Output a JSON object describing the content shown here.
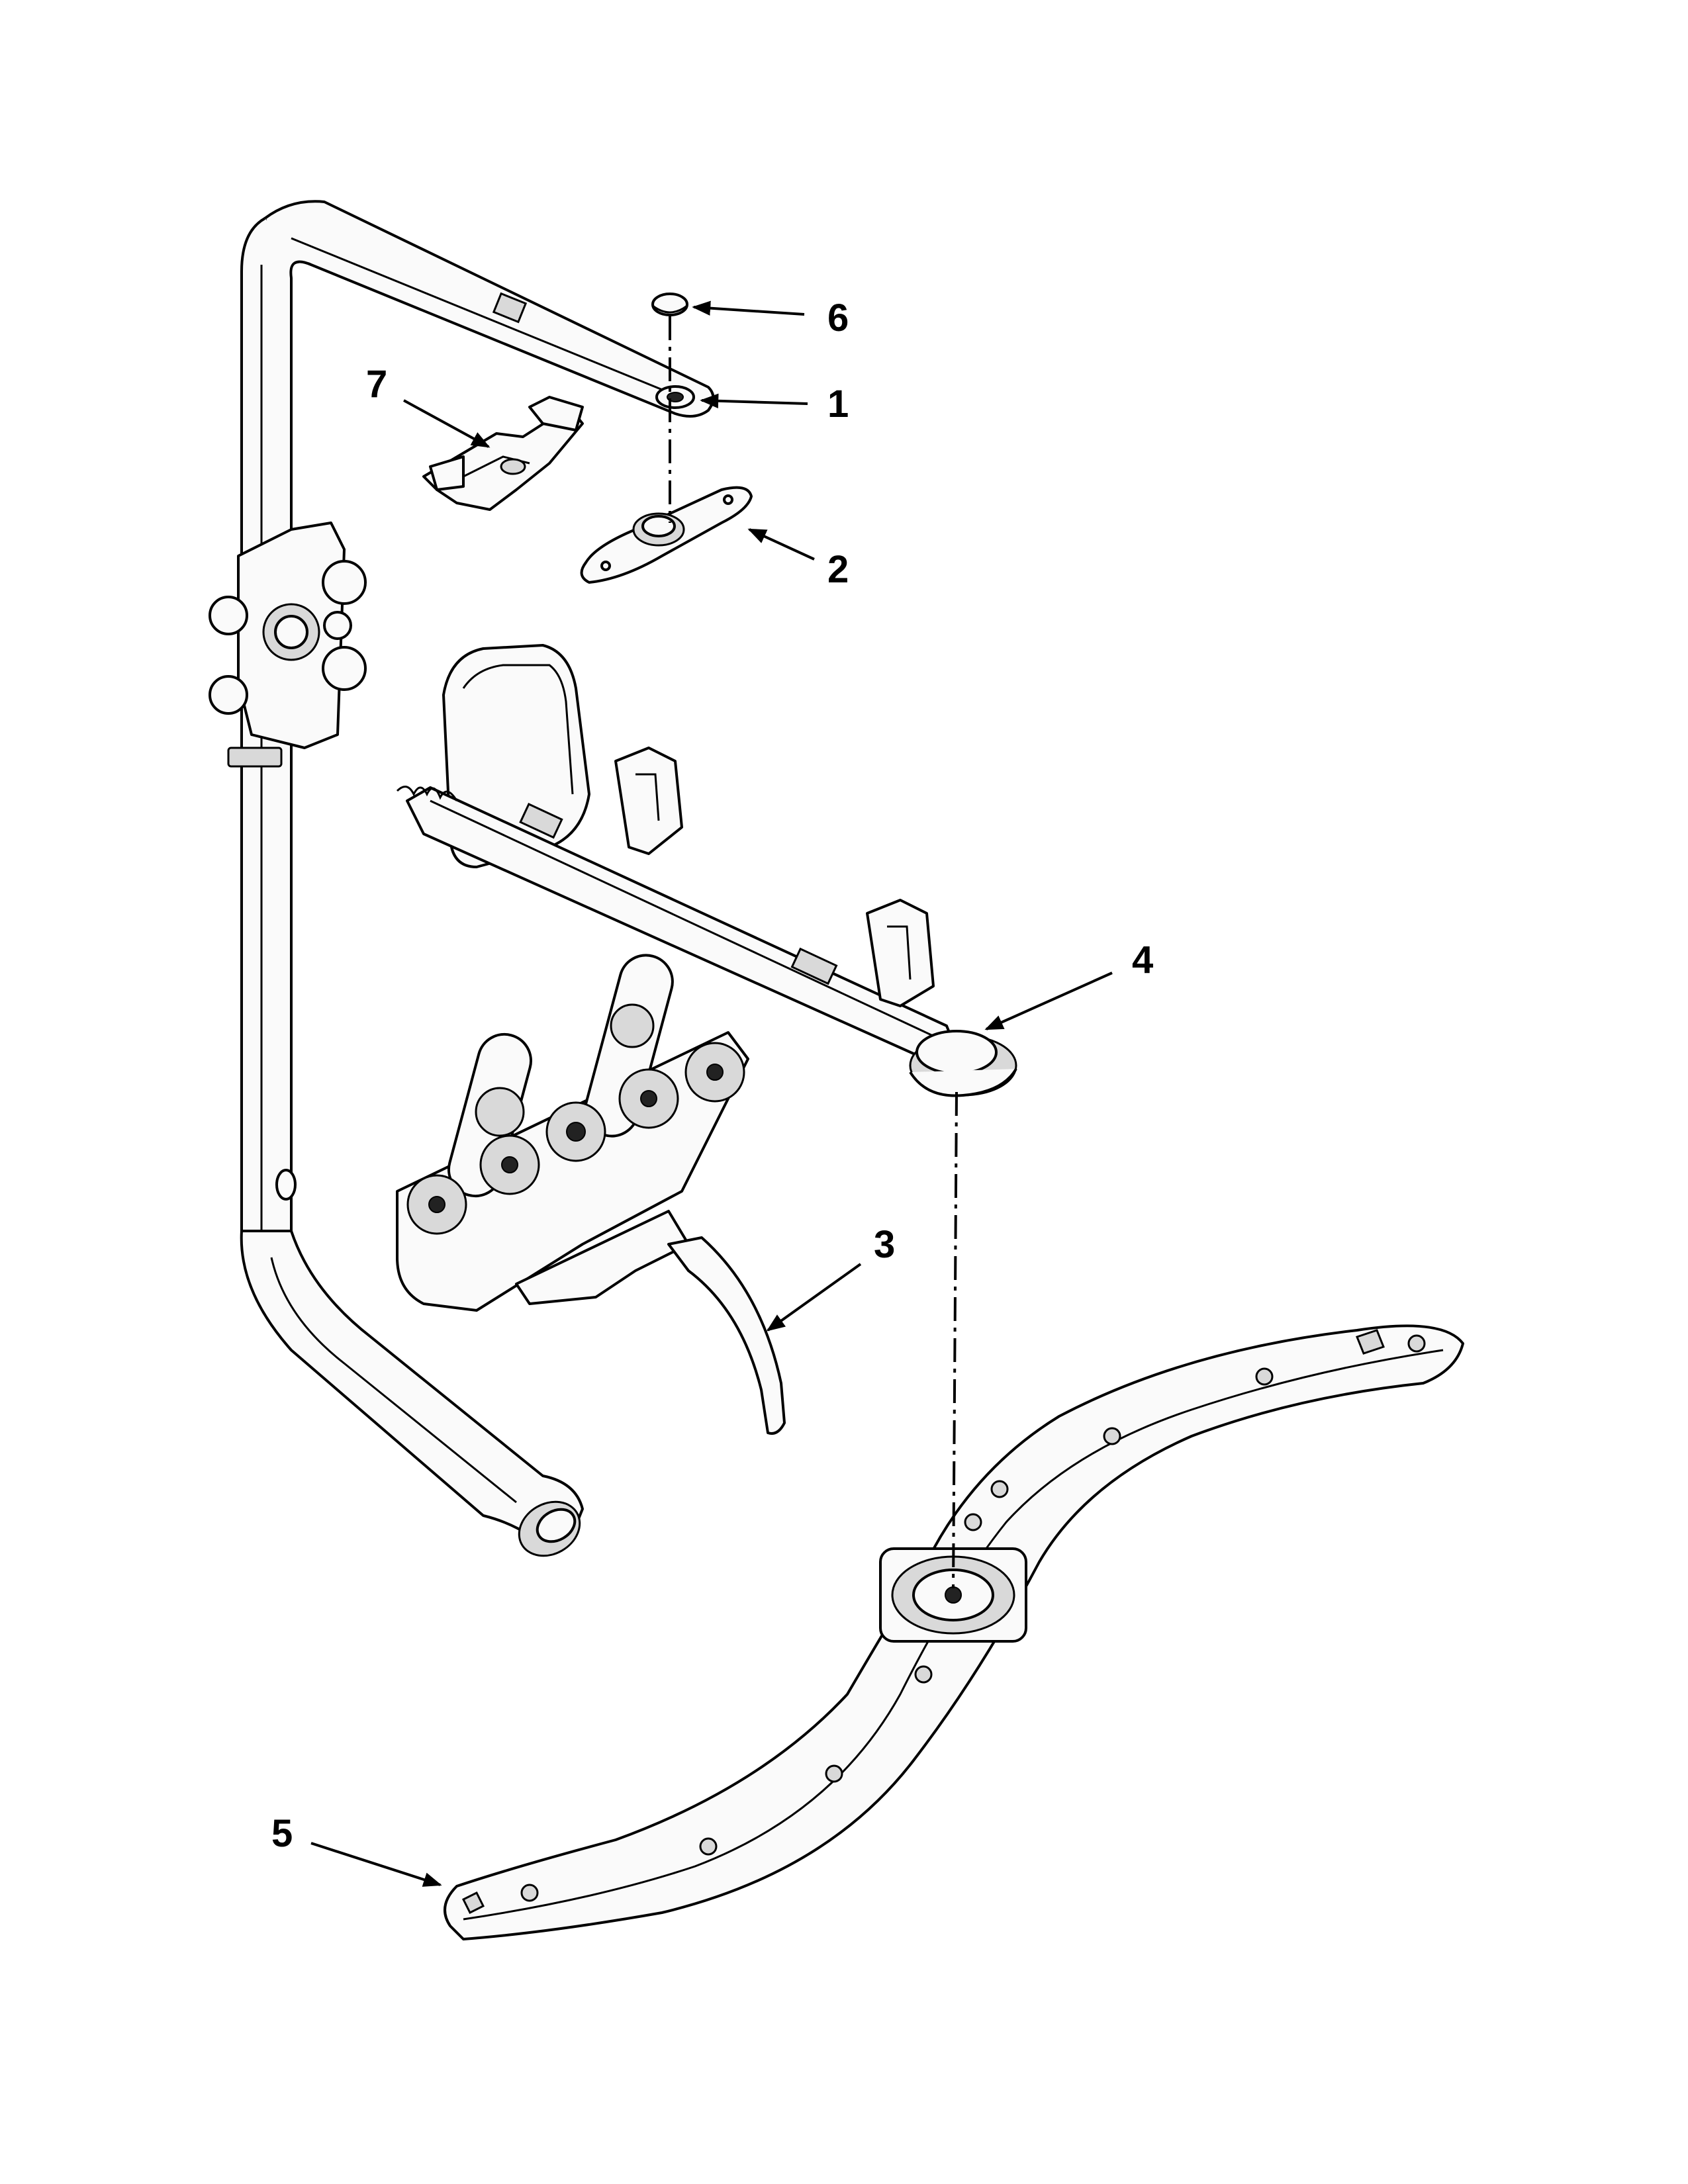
{
  "diagram": {
    "callouts": [
      {
        "id": "6",
        "label": "6"
      },
      {
        "id": "1",
        "label": "1"
      },
      {
        "id": "7",
        "label": "7"
      },
      {
        "id": "2",
        "label": "2"
      },
      {
        "id": "4",
        "label": "4"
      },
      {
        "id": "3",
        "label": "3"
      },
      {
        "id": "5",
        "label": "5"
      }
    ]
  }
}
